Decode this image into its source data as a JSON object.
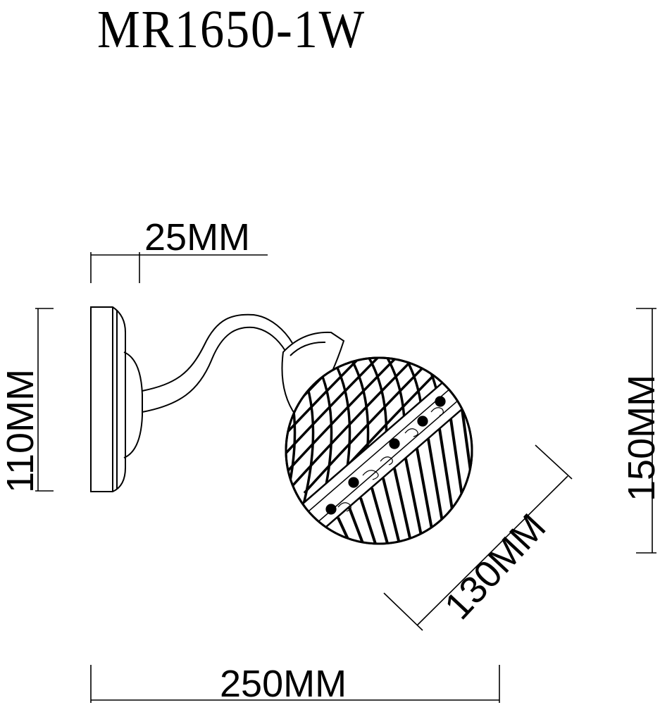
{
  "title": "MR1650-1W",
  "dimensions": {
    "mount_depth": "25MM",
    "mount_height": "110MM",
    "total_height": "150MM",
    "shade_diameter": "130MM",
    "total_width": "250MM"
  },
  "colors": {
    "line": "#000000",
    "background": "#ffffff"
  }
}
